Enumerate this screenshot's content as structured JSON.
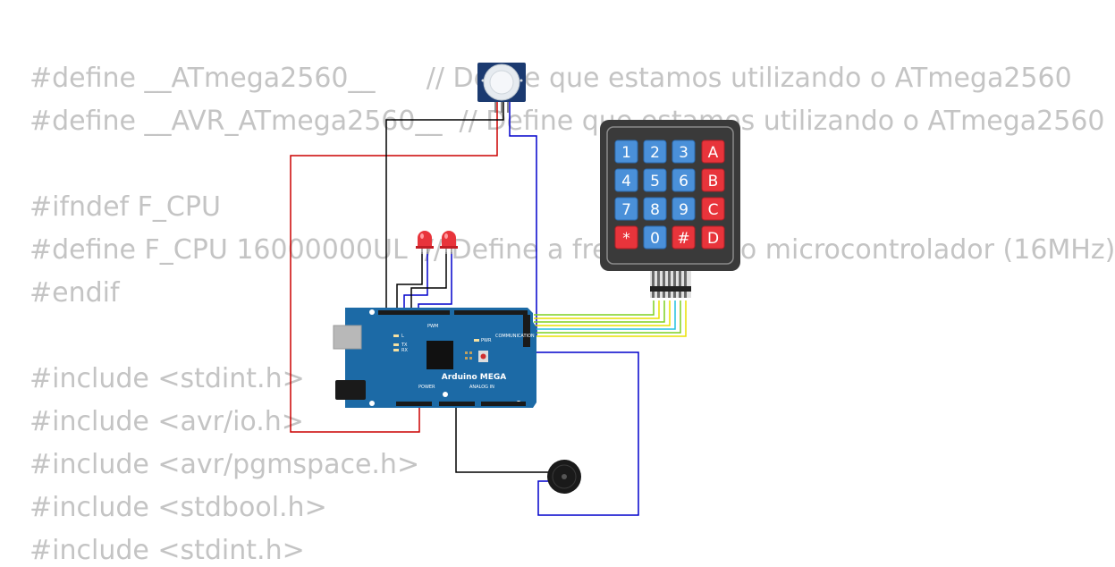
{
  "code": {
    "lines": [
      "#define __ATmega2560__      // Define que estamos utilizando o ATmega2560",
      "#define __AVR_ATmega2560__  // Define que estamos utilizando o ATmega2560",
      "",
      "#ifndef F_CPU",
      "#define F_CPU 16000000UL  // Define a frequência do microcontrolador (16MHz)",
      "#endif",
      "",
      "#include <stdint.h>",
      "#include <avr/io.h>",
      "#include <avr/pgmspace.h>",
      "#include <stdbool.h>",
      "#include <stdint.h>"
    ]
  },
  "keypad": {
    "keys": [
      "1",
      "2",
      "3",
      "A",
      "4",
      "5",
      "6",
      "B",
      "7",
      "8",
      "9",
      "C",
      "*",
      "0",
      "#",
      "D"
    ],
    "colors": {
      "number": "#4a90d9",
      "letter": "#e8343b",
      "body": "#3a3a3a"
    }
  },
  "board": {
    "name": "Arduino MEGA",
    "labels": {
      "pwm": "PWM",
      "communication": "COMMUNICATION",
      "power": "POWER",
      "analog": "ANALOG IN",
      "l": "L",
      "tx": "TX",
      "rx": "RX",
      "on": "PWR"
    },
    "color": "#1c6aa6"
  },
  "wires": {
    "colors": {
      "red": "#cc0000",
      "black": "#000000",
      "blue": "#0000cc",
      "green": "#7fd020",
      "yellow": "#e8e000",
      "cyan": "#22c0e0"
    }
  }
}
